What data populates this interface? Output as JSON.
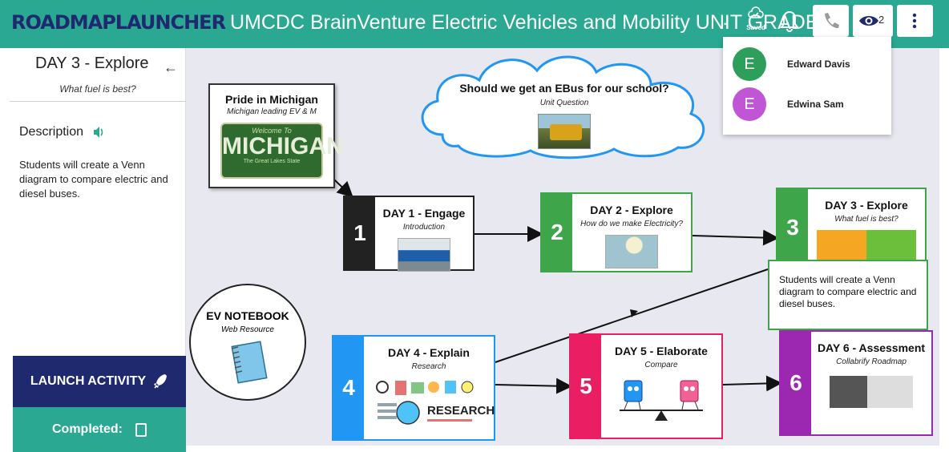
{
  "header": {
    "brand": "ROADMAPLAUNCHER",
    "title": "UMCDC BrainVenture Electric Vehicles and Mobility UNIT GRADE 4",
    "separator": "·",
    "saved_label": "Saved",
    "viewer_count": "2"
  },
  "sidebar": {
    "day_title": "DAY 3 - Explore",
    "subtitle": "What fuel is best?",
    "description_heading": "Description",
    "description_text": "Students will create a Venn diagram to compare electric and diesel buses.",
    "launch_label": "LAUNCH ACTIVITY",
    "completed_label": "Completed:"
  },
  "roadmap": {
    "pride": {
      "title": "Pride in Michigan",
      "subtitle": "Michigan leading EV & M",
      "plate_top": "Welcome To",
      "plate_main": "MICHIGAN",
      "plate_bottom": "The Great Lakes State"
    },
    "unit_question": {
      "title": "Should we get an EBus for our school?",
      "subtitle": "Unit Question"
    },
    "days": [
      {
        "num": "1",
        "title": "DAY 1 - Engage",
        "subtitle": "Introduction"
      },
      {
        "num": "2",
        "title": "DAY 2 - Explore",
        "subtitle": "How do we make Electricity?"
      },
      {
        "num": "3",
        "title": "DAY 3 - Explore",
        "subtitle": "What fuel is best?"
      },
      {
        "num": "4",
        "title": "DAY 4 - Explain",
        "subtitle": "Research"
      },
      {
        "num": "5",
        "title": "DAY 5 - Elaborate",
        "subtitle": "Compare"
      },
      {
        "num": "6",
        "title": "DAY 6 - Assessment",
        "subtitle": "Collabrify Roadmap"
      }
    ],
    "tooltip": "Students will create a Venn diagram to compare electric and diesel buses.",
    "notebook": {
      "title": "EV NOTEBOOK",
      "subtitle": "Web Resource"
    },
    "research_word": "RESEARCH"
  },
  "viewers": [
    {
      "initial": "E",
      "name": "Edward Davis",
      "color": "#2e9e5b"
    },
    {
      "initial": "E",
      "name": "Edwina Sam",
      "color": "#c056d6"
    }
  ],
  "colors": {
    "teal": "#2aa892",
    "navy": "#1f2a6e",
    "day1": "#222222",
    "day2": "#3fa54b",
    "day3": "#3fa54b",
    "day4": "#2196f3",
    "day5": "#e91e63",
    "day6": "#9c27b0"
  }
}
